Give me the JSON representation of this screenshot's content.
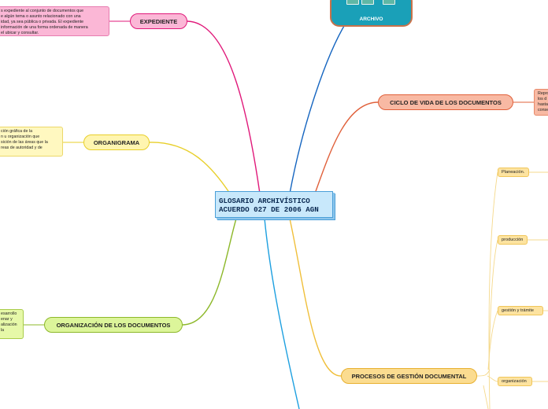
{
  "central": {
    "line1": "GLOSARIO ARCHIVÍSTICO",
    "line2": "ACUERDO 027 DE 2006 AGN"
  },
  "archivo": {
    "label": "ARCHIVO"
  },
  "branches": {
    "expediente": "EXPEDIENTE",
    "organigrama": "ORGANIGRAMA",
    "organizacion": "ORGANIZACIÓN DE LOS DOCUMENTOS",
    "ciclo": "CICLO DE VIDA DE LOS DOCUMENTOS",
    "procesos": "PROCESOS DE GESTIÓN DOCUMENTAL"
  },
  "notes": {
    "expediente": [
      "s expediente al conjunto de documentos que",
      "e algún tema o asunto relacionado con una",
      "idad, ya sea pública o privada. El expediente",
      "información de una forma ordenada de manera",
      "el ubicar y consultar."
    ],
    "organigrama": [
      "ción gráfica de la",
      "n u organización que",
      "sición de las áreas que la",
      "reas de autoridad y de"
    ],
    "organizacion": [
      "esarrollo",
      "enar y",
      "alización",
      "la"
    ],
    "ciclo": [
      "Repro",
      "los d",
      "hasta",
      "conse"
    ]
  },
  "subitems": [
    "Planeación.",
    "producción",
    "gestión y trámite",
    "organización"
  ],
  "colors": {
    "expediente": "#e0197a",
    "organigrama": "#e8cf2a",
    "organizacion": "#8db82a",
    "ciclo": "#e0603a",
    "procesos": "#f0bf3a",
    "archivo": "#1565c0",
    "bottom": "#1ea0e0"
  }
}
